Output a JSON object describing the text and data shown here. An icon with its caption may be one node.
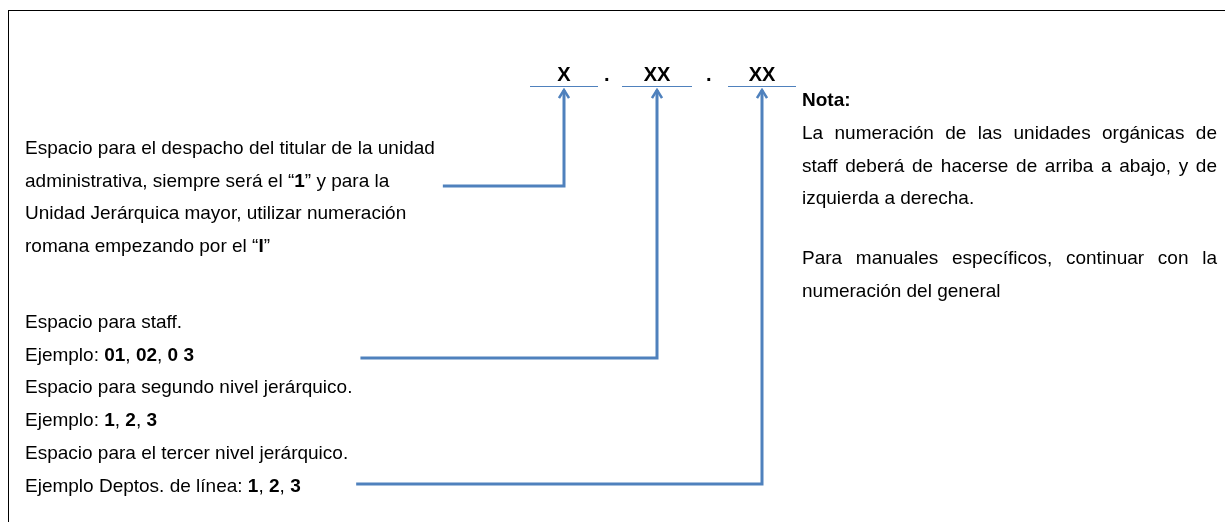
{
  "diagram": {
    "nodes": [
      {
        "text": [
          "Espacio para el despacho del titular de la unidad administrativa, siempre será el “**1**” y para la Unidad Jerárquica mayor, utilizar numeración romana empezando por el “**I**”"
        ]
      },
      {
        "text": [
          "Espacio para staff.",
          "Ejemplo: **01**,  **02**, **0 3**",
          "Espacio para segundo nivel jerárquico.",
          "Ejemplo: **1**,  **2**,  **3**"
        ]
      },
      {
        "text": [
          "Espacio para el tercer nivel jerárquico.",
          "Ejemplo Deptos. de línea: **1**,  **2**,  **3**"
        ]
      },
      {
        "text": [
          "X"
        ]
      },
      {
        "text": [
          "XX"
        ]
      },
      {
        "text": [
          "XX"
        ]
      }
    ],
    "edges": [
      {
        "from": 0,
        "to": 3,
        "arrow": "to"
      },
      {
        "from": 1,
        "to": 4,
        "arrow": "to"
      },
      {
        "from": 2,
        "to": 5,
        "arrow": "to"
      }
    ],
    "labels": [
      ".",
      ".",
      "Nota:",
      "La numeración de las unidades orgánicas de staff deberá de hacerse de arriba a abajo, y de izquierda a derecha.",
      "Para manuales específicos, continuar con la numeración del general"
    ]
  }
}
